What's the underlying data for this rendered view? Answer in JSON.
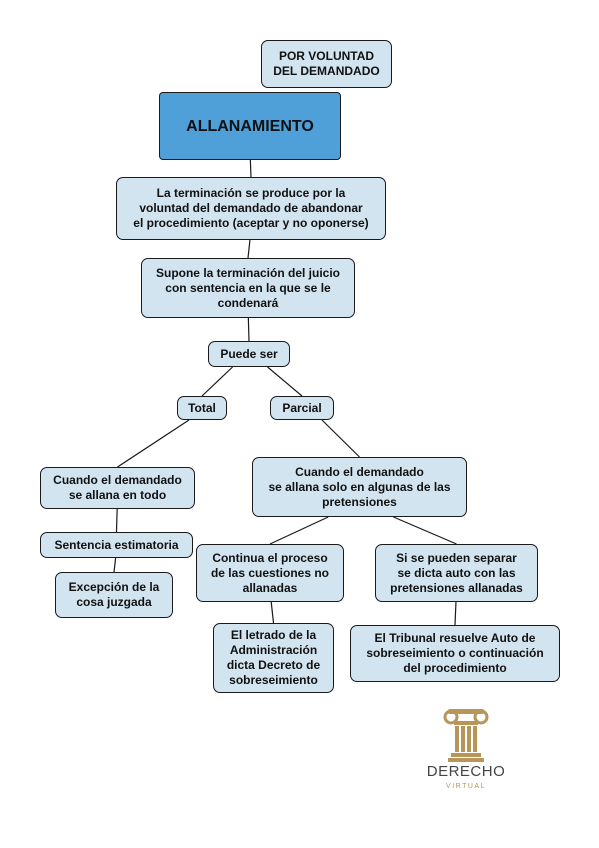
{
  "diagram": {
    "nodes": {
      "voluntad": "POR VOLUNTAD\nDEL DEMANDADO",
      "allanamiento": "ALLANAMIENTO",
      "terminacion": "La terminación se produce por la\nvoluntad del demandado de abandonar\nel procedimiento (aceptar y no oponerse)",
      "supone": "Supone la terminación del juicio\ncon sentencia en la que se le\ncondenará",
      "puede_ser": "Puede ser",
      "total": "Total",
      "parcial": "Parcial",
      "cuando_todo": "Cuando el demandado\nse allana en todo",
      "sentencia": "Sentencia estimatoria",
      "excepcion": "Excepción de la\ncosa juzgada",
      "cuando_algunas": "Cuando el demandado\nse allana solo en algunas de las\npretensiones",
      "continua": "Continua el proceso\nde las cuestiones no\nallanadas",
      "separar": "Si se pueden separar\nse dicta auto con las\npretensiones allanadas",
      "letrado": "El letrado de la\nAdministración\ndicta Decreto de\nsobreseimiento",
      "tribunal": "El Tribunal resuelve Auto de\nsobreseimiento o continuación\ndel procedimiento"
    },
    "edges": [
      [
        "allanamiento",
        "terminacion"
      ],
      [
        "terminacion",
        "supone"
      ],
      [
        "supone",
        "puede_ser"
      ],
      [
        "puede_ser",
        "total"
      ],
      [
        "puede_ser",
        "parcial"
      ],
      [
        "total",
        "cuando_todo"
      ],
      [
        "cuando_todo",
        "sentencia"
      ],
      [
        "sentencia",
        "excepcion"
      ],
      [
        "parcial",
        "cuando_algunas"
      ],
      [
        "cuando_algunas",
        "continua"
      ],
      [
        "cuando_algunas",
        "separar"
      ],
      [
        "continua",
        "letrado"
      ],
      [
        "separar",
        "tribunal"
      ]
    ]
  },
  "logo": {
    "title": "DERECHO",
    "subtitle": "VIRTUAL",
    "icon": "ionic-column-icon",
    "color": "#b8965a"
  }
}
